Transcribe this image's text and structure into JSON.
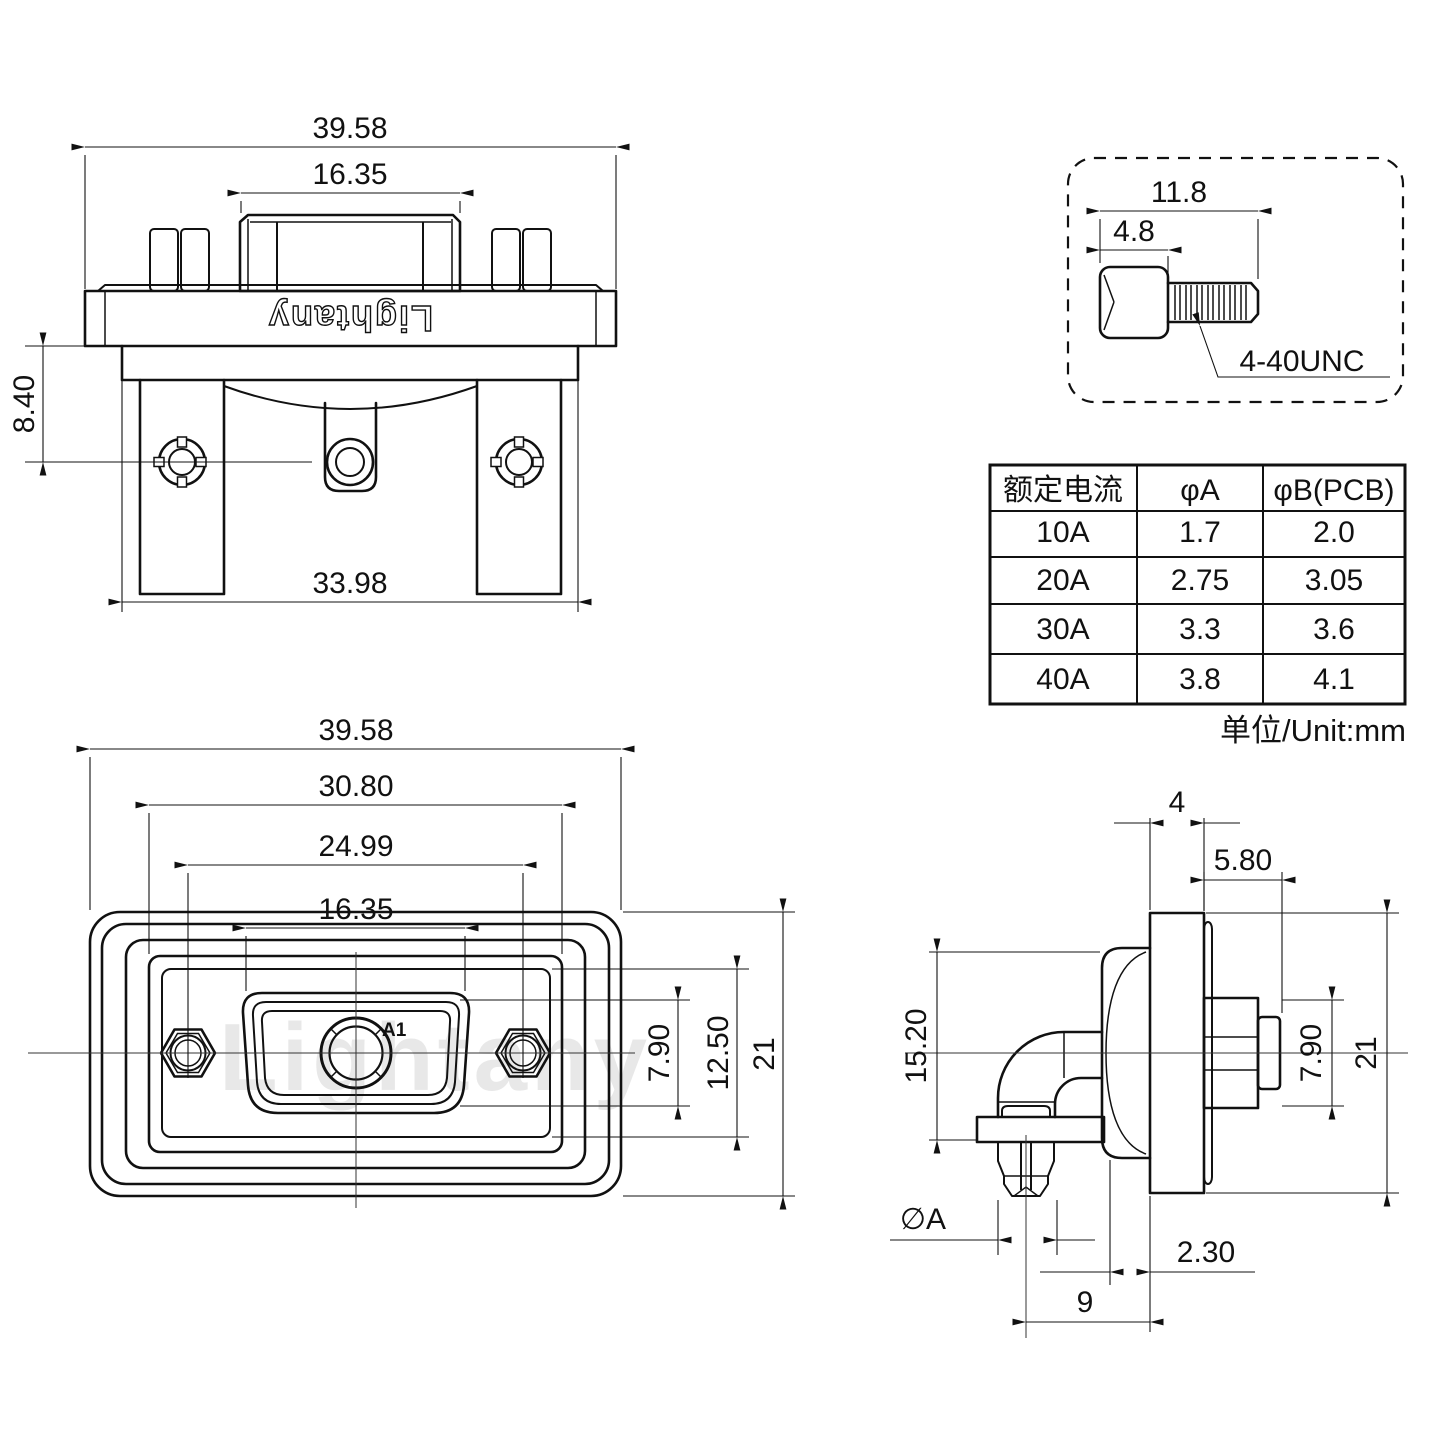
{
  "top_view": {
    "width": "39.58",
    "shroud_width": "16.35",
    "flange_to_hole": "8.40",
    "mount_width": "33.98",
    "brand": "Lightany"
  },
  "screw_detail": {
    "total_length": "11.8",
    "head_length": "4.8",
    "thread": "4-40UNC"
  },
  "spec_table": {
    "headers": [
      "额定电流",
      "φA",
      "φB(PCB)"
    ],
    "rows": [
      [
        "10A",
        "1.7",
        "2.0"
      ],
      [
        "20A",
        "2.75",
        "3.05"
      ],
      [
        "30A",
        "3.3",
        "3.6"
      ],
      [
        "40A",
        "3.8",
        "4.1"
      ]
    ],
    "unit_note": "单位/Unit:mm"
  },
  "front_view": {
    "width": "39.58",
    "body_width": "30.80",
    "hole_pitch": "24.99",
    "shroud_width": "16.35",
    "opening_height": "7.90",
    "insert_height": "12.50",
    "height": "21",
    "contact": "A1",
    "watermark": "Lightany"
  },
  "side_view": {
    "flange_thickness": "4",
    "screwlock_length": "5.80",
    "body_height": "15.20",
    "screwlock_height": "7.90",
    "height": "21",
    "pin_diameter": "∅A",
    "gap": "2.30",
    "pin_to_flange": "9"
  }
}
